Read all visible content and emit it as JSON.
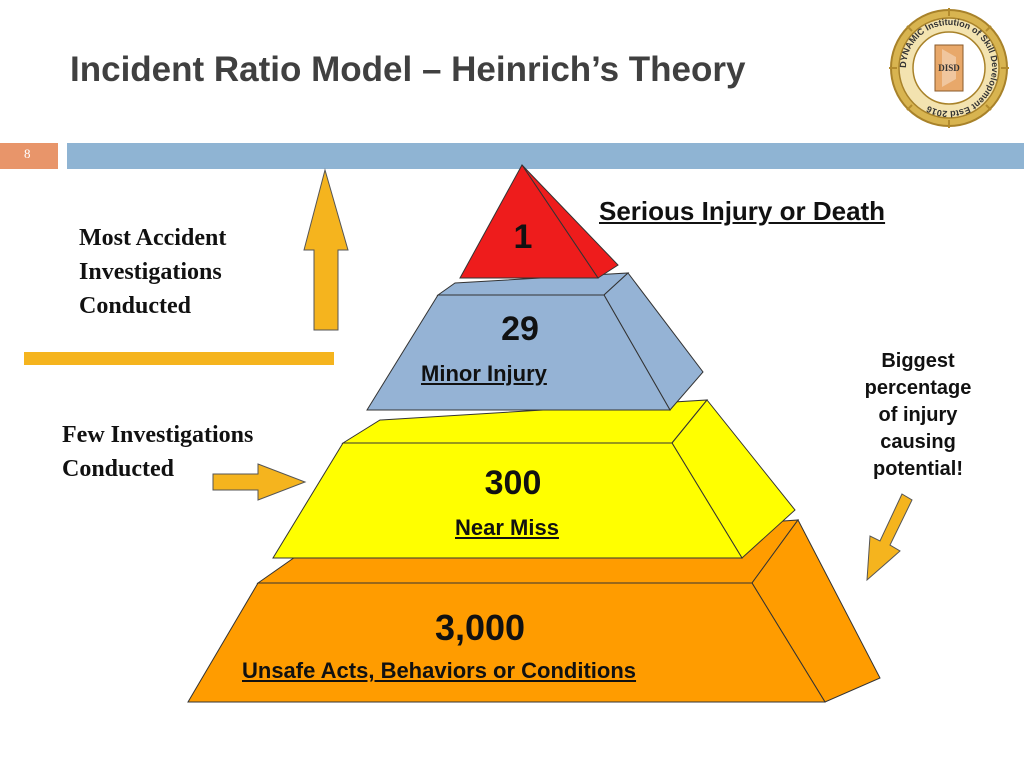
{
  "slide": {
    "title": "Incident Ratio Model – Heinrich’s Theory",
    "number": "8"
  },
  "left_labels": {
    "top": [
      "Most Accident",
      "Investigations",
      "Conducted"
    ],
    "bottom": [
      "Few Investigations",
      "Conducted"
    ]
  },
  "pyramid": [
    {
      "value": "1",
      "label": "Serious Injury or Death",
      "color": "#ee1c1c"
    },
    {
      "value": "29",
      "label": "Minor Injury",
      "color": "#95b3d5"
    },
    {
      "value": "300",
      "label": "Near Miss ",
      "color": "#ffff00"
    },
    {
      "value": "3,000",
      "label": "Unsafe Acts, Behaviors or Conditions",
      "color": "#ff9c00"
    }
  ],
  "right_note": [
    "Biggest",
    "percentage",
    "of injury",
    "causing",
    "potential!"
  ],
  "logo": {
    "ring_text": "DYNAMIC Institution of Skill Development Estd 2016",
    "center_text": "DISD"
  },
  "colors": {
    "title": "#404040",
    "header_bar": "#8fb4d3",
    "slide_number_box": "#e8956a",
    "arrow_fill": "#f5b41e",
    "divider": "#f5b41e"
  },
  "icons": [
    "up-arrow-icon",
    "right-arrow-icon",
    "down-left-arrow-icon",
    "seal-logo"
  ]
}
